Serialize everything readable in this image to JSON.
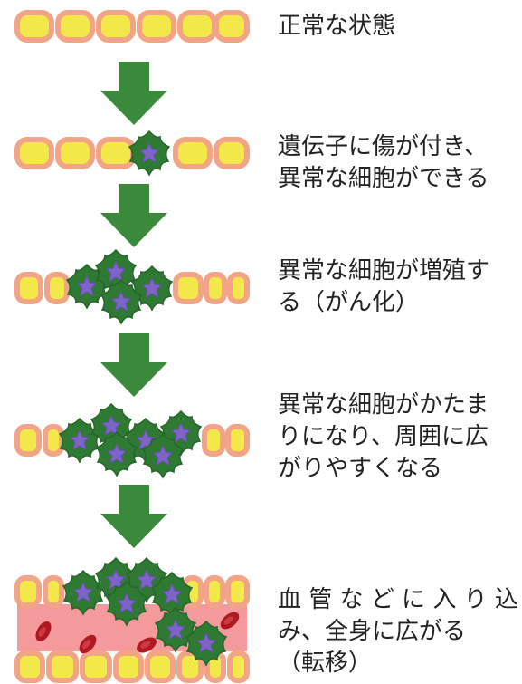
{
  "colors": {
    "cell_border": "#f2a487",
    "cell_fill": "#f3e84a",
    "cancer_outer": "#2f7a33",
    "cancer_inner": "#7e63c9",
    "arrow": "#3b8a3b",
    "vessel": "#f49a9c",
    "blood_cell": "#b01822",
    "text": "#222222"
  },
  "icons": [
    "normal-cell-icon",
    "cancer-cell-icon",
    "red-blood-cell-icon",
    "down-arrow-icon"
  ],
  "stages": [
    {
      "id": "normal",
      "text": "正常な状態"
    },
    {
      "id": "damage",
      "text": "遺伝子に傷が付き、\n異常な細胞ができる"
    },
    {
      "id": "proliferation",
      "text": "異常な細胞が増殖す\nる（がん化）"
    },
    {
      "id": "spread",
      "text": "異常な細胞がかたま\nりになり、周囲に広\nがりやすくなる"
    },
    {
      "id": "metastasis",
      "text": "血 管 な ど に 入 り 込\nみ、全身に広がる\n（転移）"
    }
  ]
}
